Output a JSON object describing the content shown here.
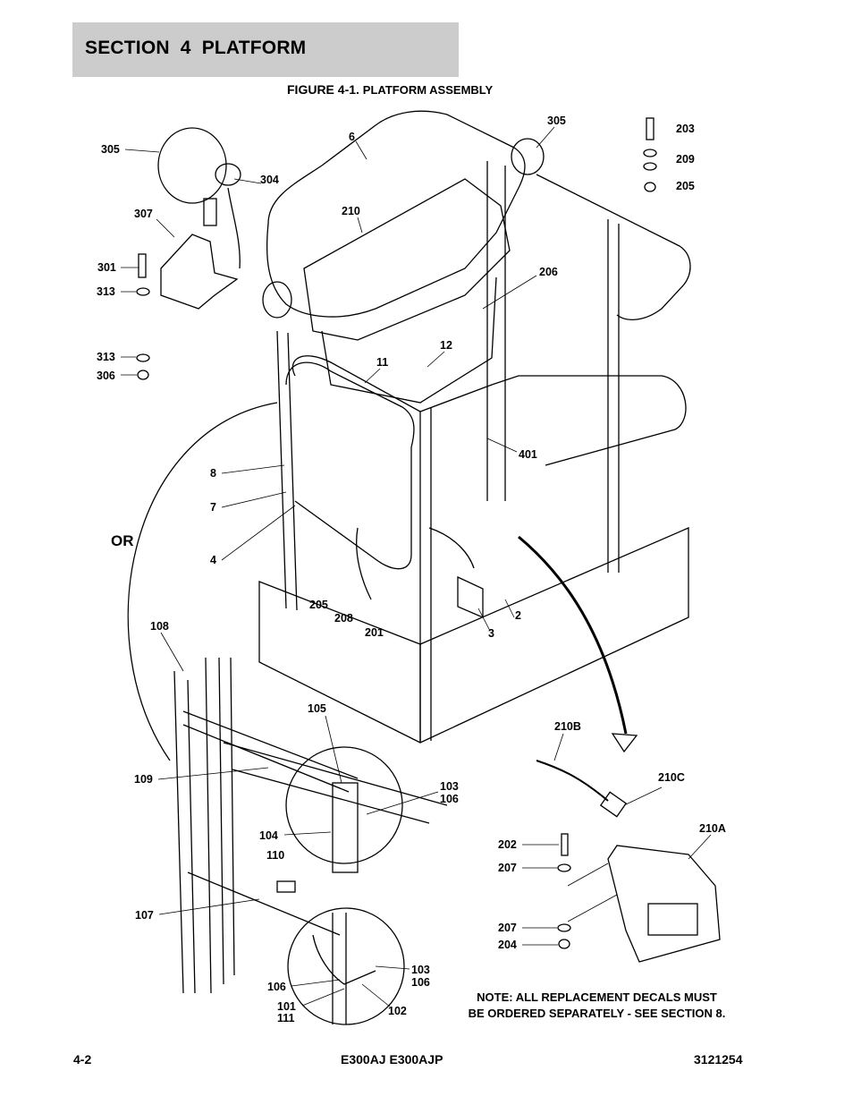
{
  "header": {
    "section_title": "SECTION 4   PLATFORM"
  },
  "figure": {
    "number": "FIGURE 4-1.",
    "title": "PLATFORM ASSEMBLY"
  },
  "callouts": [
    "305",
    "6",
    "305",
    "203",
    "209",
    "205",
    "304",
    "210",
    "307",
    "301",
    "313",
    "206",
    "12",
    "313",
    "306",
    "11",
    "401",
    "8",
    "7",
    "4",
    "205",
    "208",
    "2",
    "201",
    "3",
    "108",
    "105",
    "210B",
    "109",
    "103",
    "106",
    "210C",
    "104",
    "210A",
    "202",
    "110",
    "207",
    "107",
    "207",
    "204",
    "103",
    "106",
    "106",
    "101",
    "111",
    "102"
  ],
  "or_label": "OR",
  "note": {
    "line1": "NOTE: ALL REPLACEMENT DECALS MUST",
    "line2": "BE ORDERED SEPARATELY - SEE SECTION 8."
  },
  "footer": {
    "page": "4-2",
    "models": "E300AJ E300AJP",
    "doc_number": "3121254"
  }
}
